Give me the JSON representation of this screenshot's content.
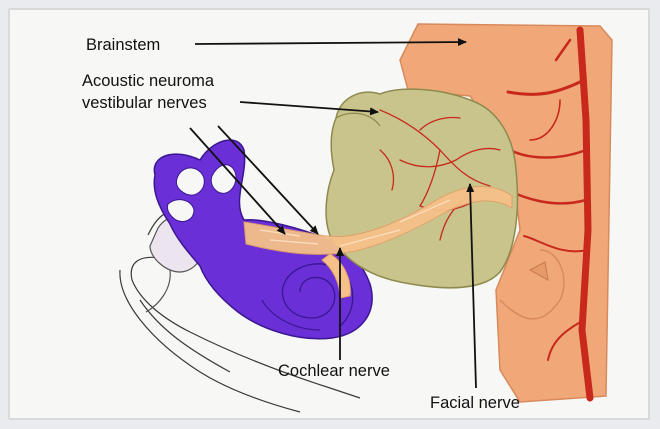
{
  "labels": {
    "brainstem": "Brainstem",
    "acoustic_line1": "Acoustic neuroma",
    "acoustic_line2": "vestibular nerves",
    "cochlear": "Cochlear nerve",
    "facial": "Facial nerve"
  },
  "colors": {
    "brainstem": "#f0a878",
    "tumor": "#c8c48c",
    "inner_ear": "#6a2fd6",
    "nerves": "#f6c08a",
    "vessels": "#c9281c",
    "bone": "#ece4ef"
  }
}
